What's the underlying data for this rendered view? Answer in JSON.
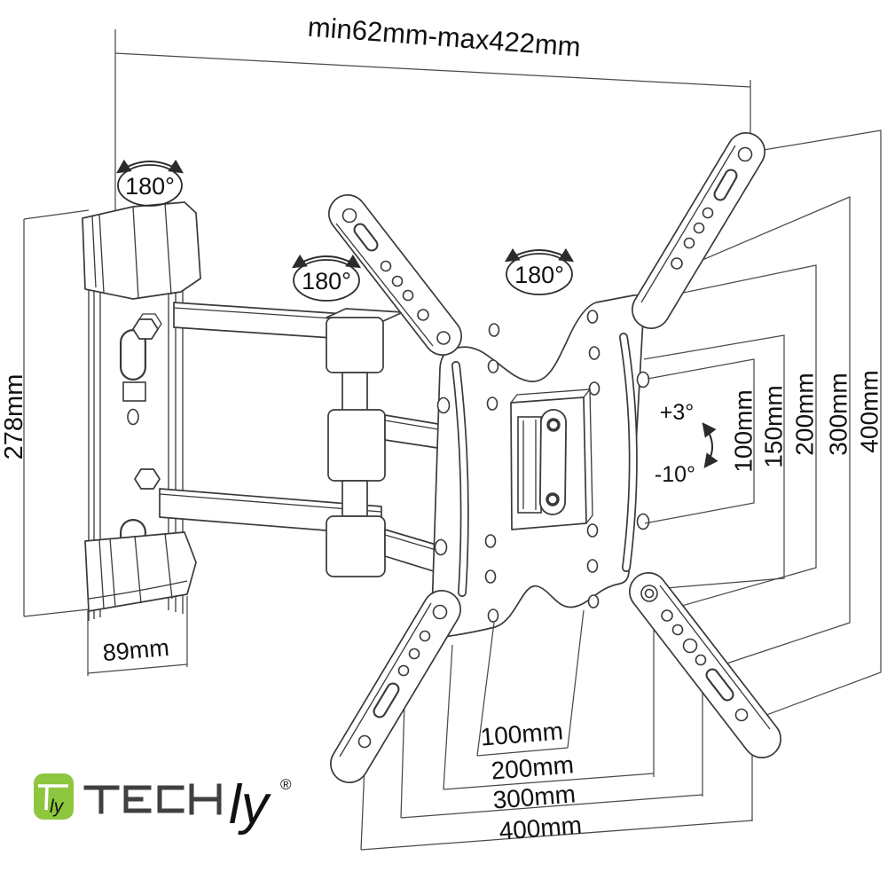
{
  "colors": {
    "line": "#3a3a3a",
    "text": "#111111",
    "logo_green": "#8dc63f",
    "logo_dark": "#404040",
    "logo_gray": "#9b9b9b",
    "background": "#ffffff"
  },
  "dimensions": {
    "extension_range": "min62mm-max422mm",
    "wall_plate_height": "278mm",
    "wall_bracket_depth": "89mm",
    "vesa_vertical": [
      "100mm",
      "150mm",
      "200mm",
      "300mm",
      "400mm"
    ],
    "vesa_horizontal": [
      "100mm",
      "200mm",
      "300mm",
      "400mm"
    ]
  },
  "angles": {
    "swivel_wall": "180°",
    "swivel_mid": "180°",
    "swivel_plate": "180°",
    "tilt_up": "+3°",
    "tilt_down": "-10°"
  },
  "logo": {
    "brand": "TECH",
    "brand_script": "ly",
    "registered": "®",
    "monogram_script": "ly"
  }
}
